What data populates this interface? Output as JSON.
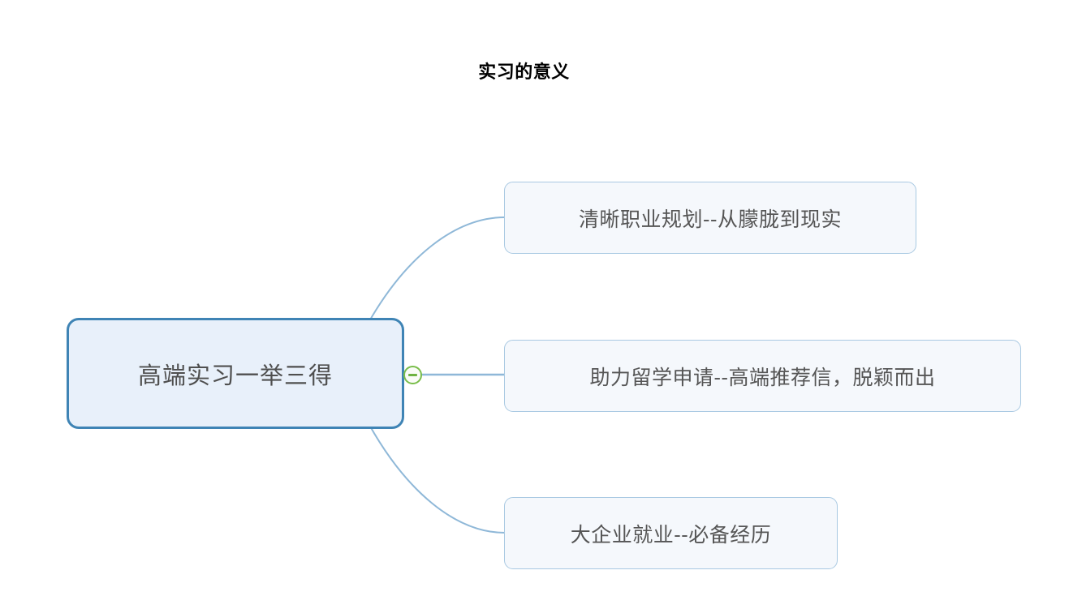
{
  "document": {
    "title": "实习的意义"
  },
  "mindmap": {
    "root": {
      "label": "高端实习一举三得",
      "fill_color": "#e8f0fa",
      "border_color": "#3f84b5",
      "toggle": {
        "icon": "minus-circle-icon",
        "state": "expanded",
        "color": "#79bd4a"
      }
    },
    "branches": [
      {
        "label": "清晰职业规划--从朦胧到现实",
        "fill_color": "#f5f8fc",
        "border_color": "#a9c9e2"
      },
      {
        "label": "助力留学申请--高端推荐信，脱颖而出",
        "fill_color": "#f5f8fc",
        "border_color": "#a9c9e2"
      },
      {
        "label": "大企业就业--必备经历",
        "fill_color": "#f5f8fc",
        "border_color": "#a9c9e2"
      }
    ],
    "connector_color": "#8fb8d8"
  }
}
